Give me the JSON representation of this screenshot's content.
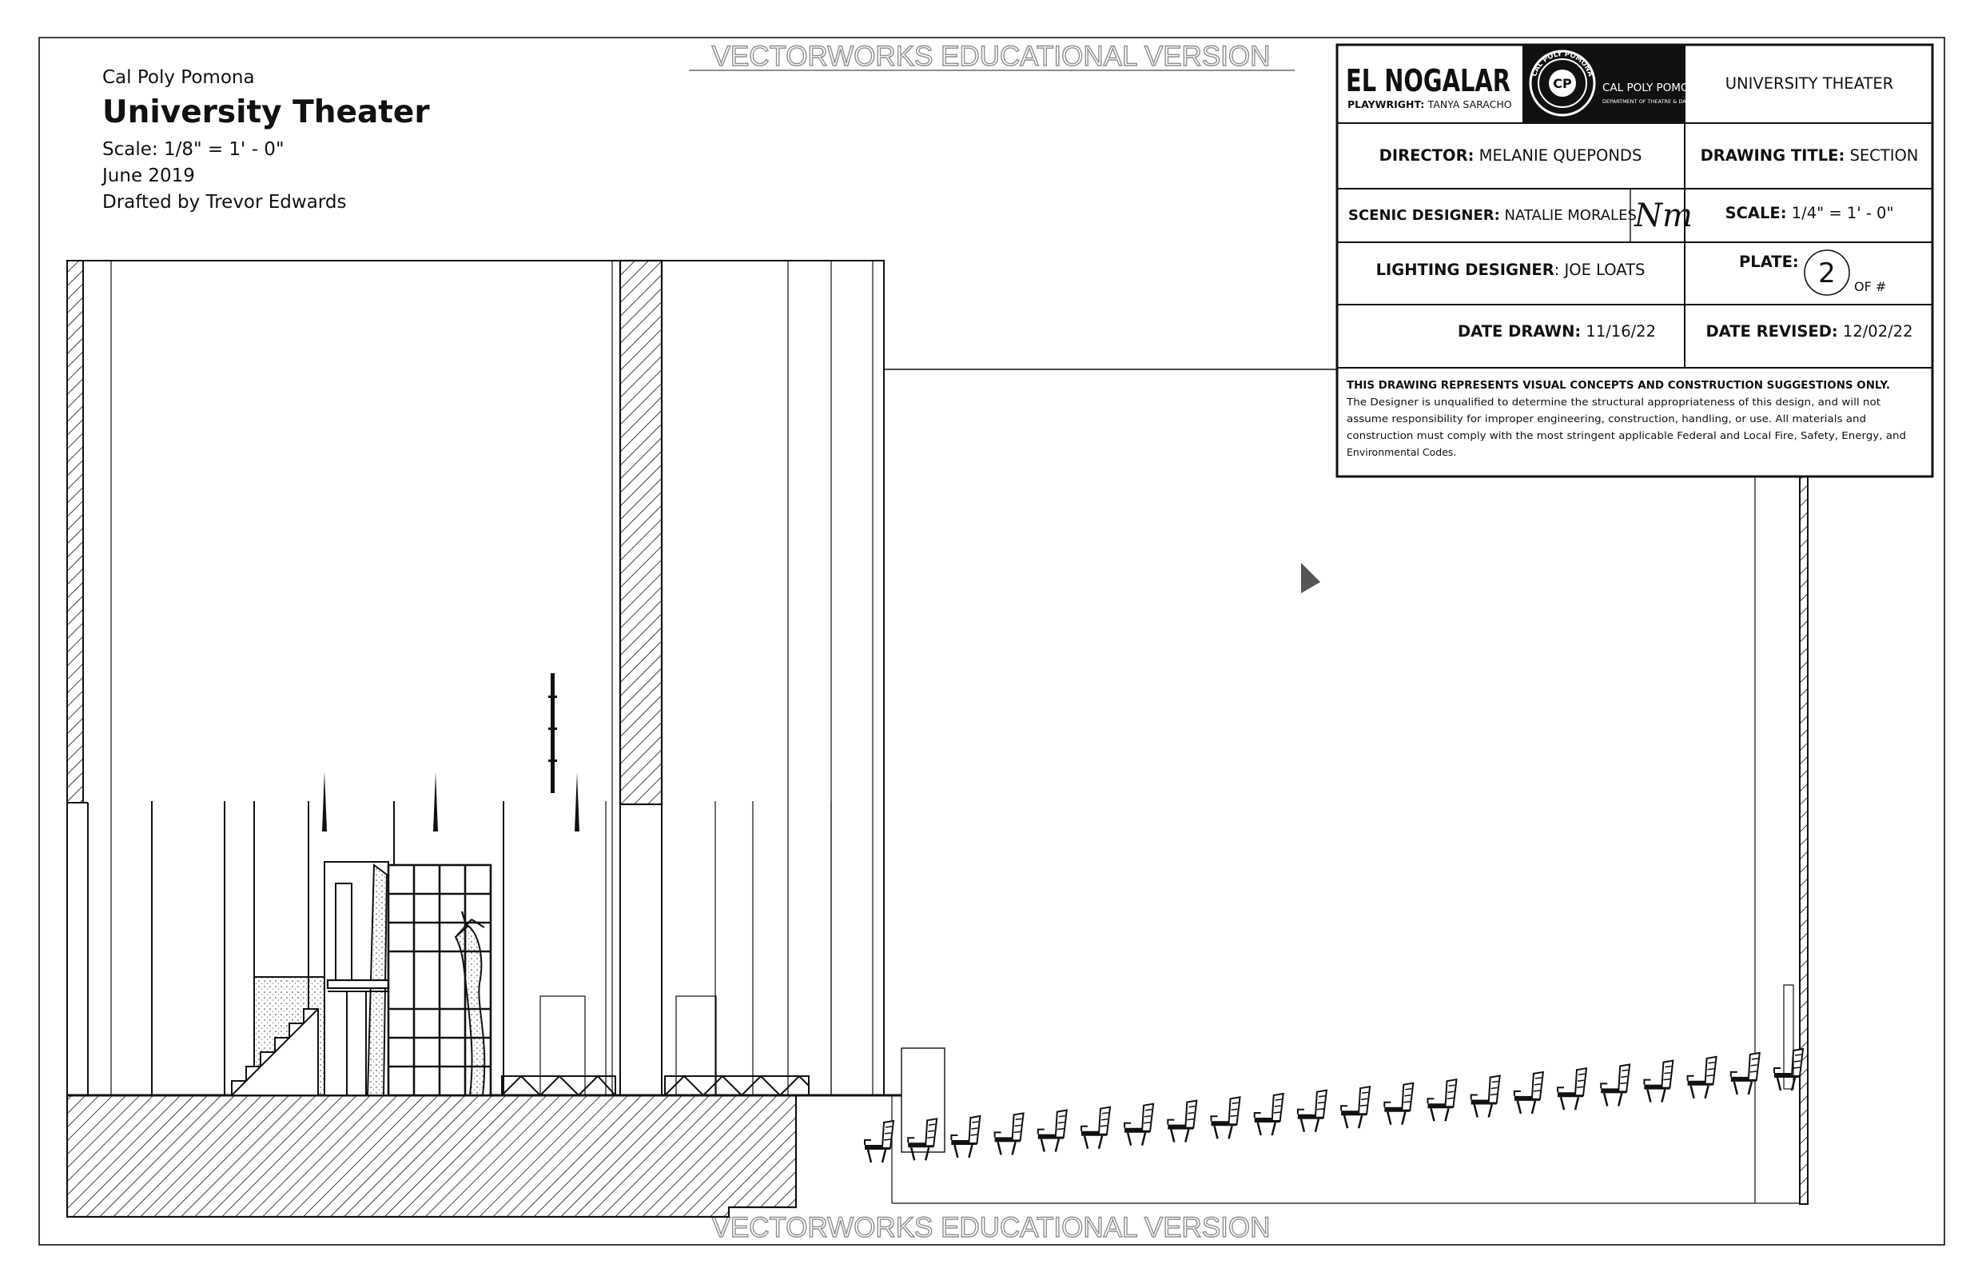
{
  "watermark": "VECTORWORKS EDUCATIONAL VERSION",
  "header": {
    "institution": "Cal Poly Pomona",
    "venue": "University Theater",
    "scale": "Scale: 1/8\" = 1' - 0\"",
    "date": "June 2019",
    "drafted_by": "Drafted by Trevor Edwards"
  },
  "title_block": {
    "production": "EL NOGALAR",
    "playwright_label": "PLAYWRIGHT:",
    "playwright": "TANYA SARACHO",
    "logo_name": "CAL POLY POMONA",
    "logo_dept": "DEPARTMENT OF THEATRE & DANCE",
    "seal_text": "CAL POLY POMONA",
    "venue": "UNIVERSITY THEATER",
    "director_label": "DIRECTOR:",
    "director": "MELANIE QUEPONDS",
    "drawing_title_label": "DRAWING TITLE:",
    "drawing_title": "SECTION",
    "scenic_label": "SCENIC DESIGNER:",
    "scenic": "NATALIE MORALES",
    "signature": "Nm",
    "scale_label": "SCALE:",
    "scale": "1/4\" = 1' - 0\"",
    "lighting_label": "LIGHTING DESIGNER",
    "lighting": ": JOE LOATS",
    "plate_label": "PLATE:",
    "plate_number": "2",
    "plate_of": "OF #",
    "date_drawn_label": "DATE DRAWN:",
    "date_drawn": "11/16/22",
    "date_revised_label": "DATE REVISED:",
    "date_revised": "12/02/22",
    "disclaimer_heading": "THIS DRAWING REPRESENTS VISUAL CONCEPTS AND CONSTRUCTION SUGGESTIONS ONLY.",
    "disclaimer_lines": [
      "The Designer is unqualified to determine the structural appropriateness of this design, and will not",
      "assume responsibility for improper engineering, construction, handling, or use.  All materials and",
      "construction must comply with the most stringent applicable Federal and Local Fire, Safety, Energy, and",
      "Environmental Codes."
    ]
  },
  "colors": {
    "ink": "#111111",
    "watermark": "#9a9a9a",
    "mouse": "#555555"
  }
}
